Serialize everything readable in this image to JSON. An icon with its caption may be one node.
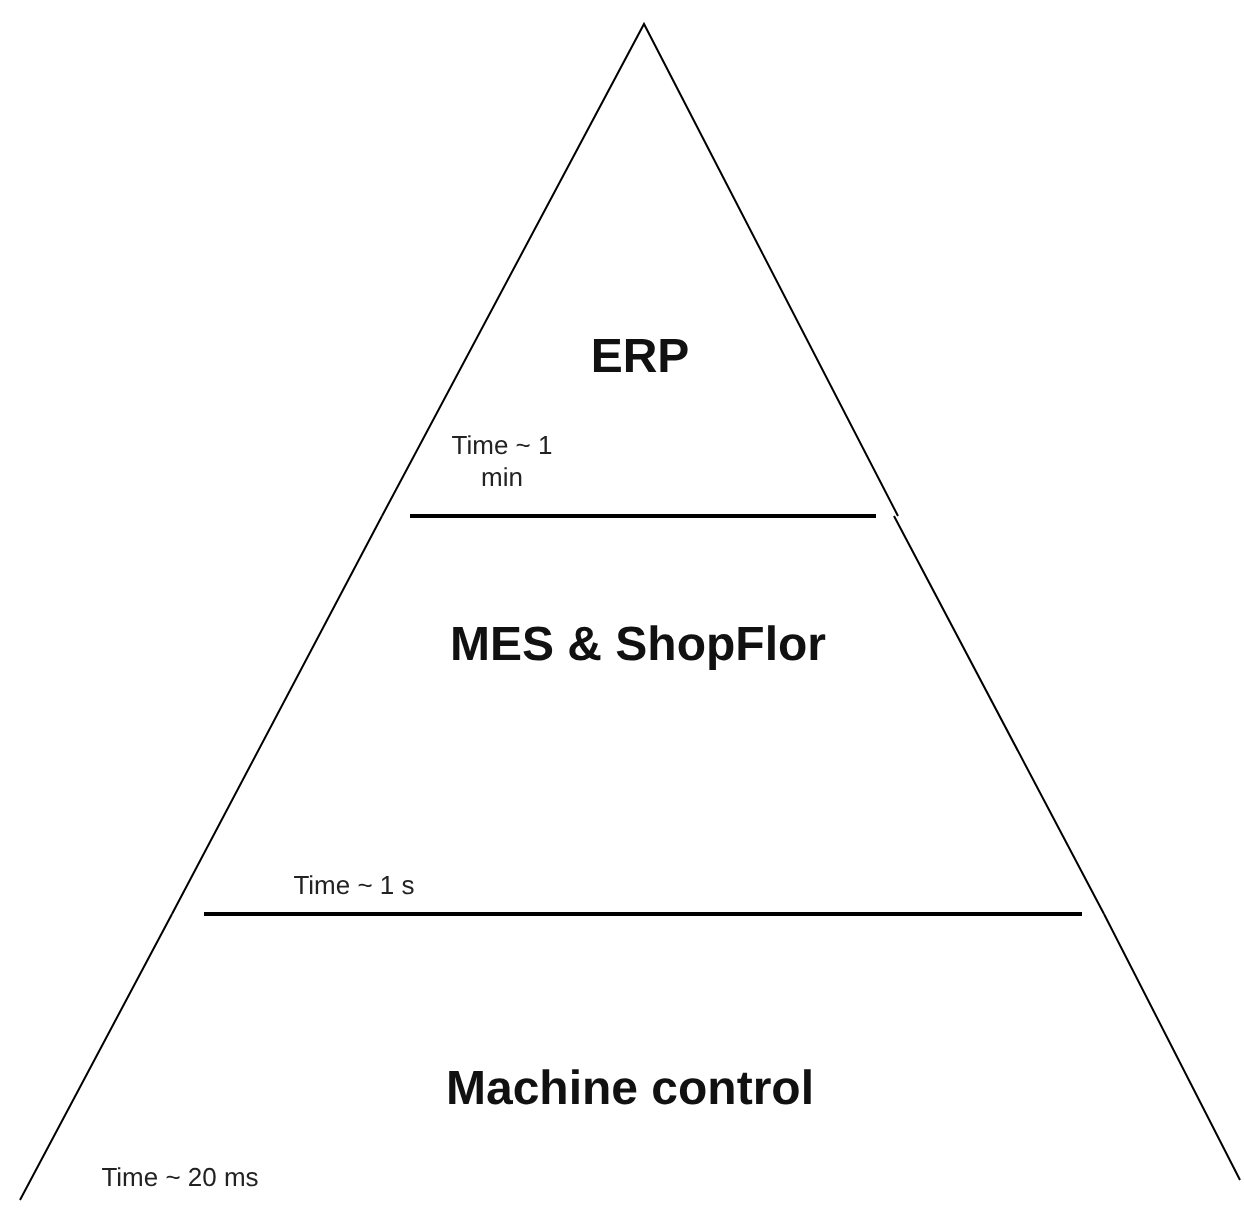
{
  "diagram": {
    "nodes": [
      {
        "text": [
          "ERP",
          "Time ~ 1 min"
        ]
      },
      {
        "text": [
          "MES & ShopFlor",
          "Time ~ 1 s"
        ]
      },
      {
        "text": [
          "Machine control",
          "Time ~ 20 ms"
        ]
      }
    ]
  }
}
